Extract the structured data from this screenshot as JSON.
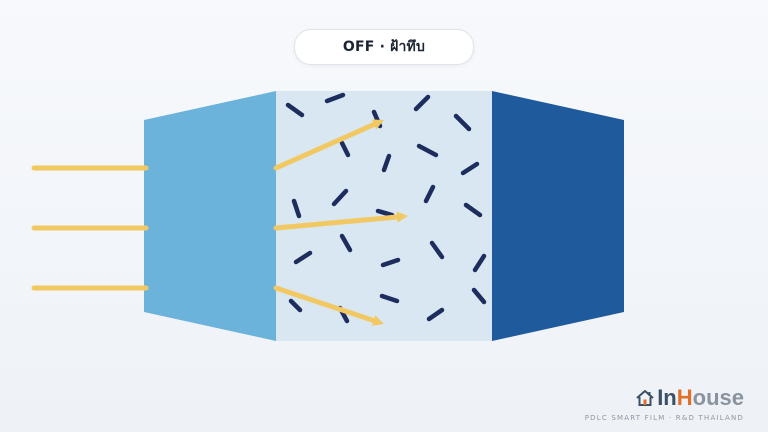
{
  "badge": {
    "state": "OFF",
    "separator": "·",
    "label": "ฝ้าทึบ"
  },
  "brand": {
    "name_part1": "In",
    "name_part2_initial": "H",
    "name_part2_rest": "ouse",
    "tagline": "PDLC SMART FILM · R&D THAILAND",
    "icon": "house-icon"
  },
  "colors": {
    "light_rays": "#f2c862",
    "left_panel": "#6cb3dc",
    "middle_layer": "#d9e7f3",
    "right_panel": "#1f5a9c",
    "crystals": "#1c2d5e",
    "brand_accent": "#e0702a"
  }
}
